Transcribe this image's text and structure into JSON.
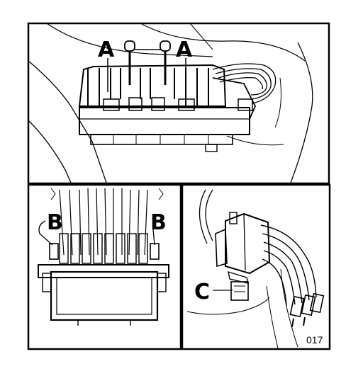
{
  "figure": {
    "callouts": {
      "top_left": "A",
      "top_right": "A",
      "mid_left": "B",
      "mid_right": "B",
      "bottom_right": "C"
    },
    "figure_code": "017"
  },
  "colors": {
    "ink": "#000000",
    "paper": "#ffffff"
  }
}
